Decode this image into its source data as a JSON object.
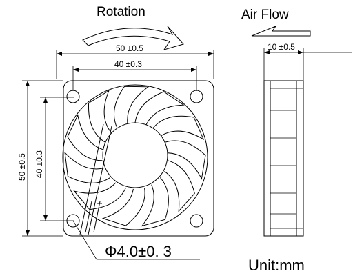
{
  "labels": {
    "rotation": "Rotation",
    "air_flow": "Air Flow",
    "unit": "Unit:mm",
    "hole_diameter": "Φ4.0±0. 3"
  },
  "dimensions": {
    "overall_width": "50 ±0.5",
    "hole_spacing_width": "40 ±0.3",
    "overall_height": "50 ±0.5",
    "hole_spacing_height": "40 ±0.3",
    "thickness": "10 ±0.5"
  },
  "colors": {
    "stroke": "#000000",
    "background": "#ffffff"
  }
}
